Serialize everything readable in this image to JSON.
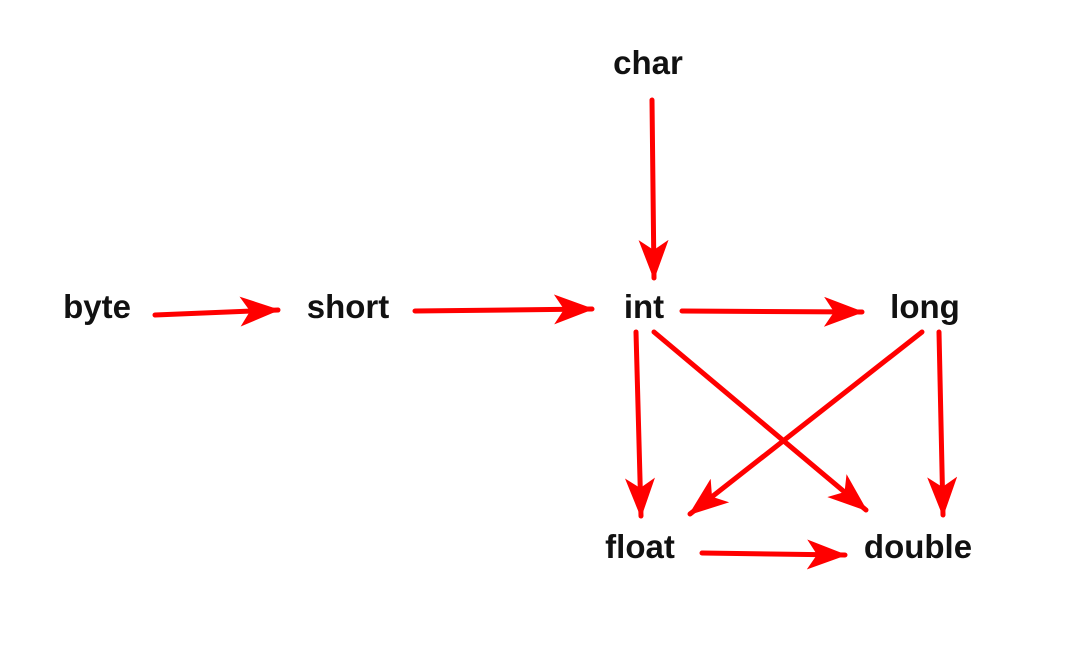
{
  "diagram": {
    "edge_color": "#ff0000",
    "text_color": "#111111",
    "nodes": {
      "byte": {
        "label": "byte"
      },
      "short": {
        "label": "short"
      },
      "char": {
        "label": "char"
      },
      "int": {
        "label": "int"
      },
      "long": {
        "label": "long"
      },
      "float": {
        "label": "float"
      },
      "double": {
        "label": "double"
      }
    },
    "edges": [
      {
        "from": "byte",
        "to": "short"
      },
      {
        "from": "short",
        "to": "int"
      },
      {
        "from": "char",
        "to": "int"
      },
      {
        "from": "int",
        "to": "long"
      },
      {
        "from": "int",
        "to": "float"
      },
      {
        "from": "int",
        "to": "double"
      },
      {
        "from": "long",
        "to": "float"
      },
      {
        "from": "long",
        "to": "double"
      },
      {
        "from": "float",
        "to": "double"
      }
    ]
  }
}
